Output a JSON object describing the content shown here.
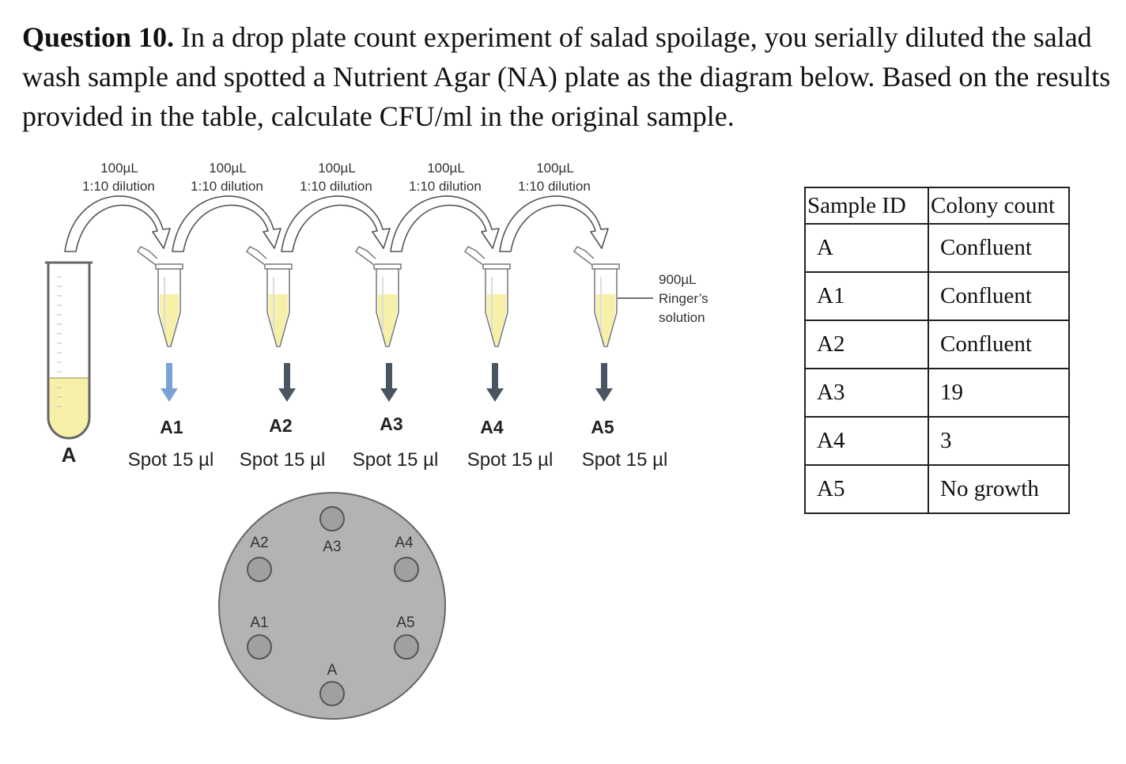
{
  "question": {
    "label": "Question 10.",
    "text": " In a drop plate count experiment of salad spoilage, you serially diluted the salad wash sample and spotted a Nutrient Agar (NA) plate as the diagram below. Based on the results provided in the table, calculate CFU/ml in the original sample."
  },
  "diagram": {
    "transfer_volume": "100µL",
    "dilution": "1:10 dilution",
    "diluent_volume": "900µL",
    "diluent_line1": "Ringer’s",
    "diluent_line2": "solution",
    "stock_label": "A",
    "tubes": [
      {
        "label": "A1",
        "spot": "Spot 15 µl"
      },
      {
        "label": "A2",
        "spot": "Spot 15 µl"
      },
      {
        "label": "A3",
        "spot": "Spot 15 µl"
      },
      {
        "label": "A4",
        "spot": "Spot 15 µl"
      },
      {
        "label": "A5",
        "spot": "Spot 15 µl"
      }
    ],
    "plate_labels": {
      "A": "A",
      "A1": "A1",
      "A2": "A2",
      "A3": "A3",
      "A4": "A4",
      "A5": "A5"
    }
  },
  "table": {
    "headers": [
      "Sample ID",
      "Colony count"
    ],
    "rows": [
      [
        "A",
        "Confluent"
      ],
      [
        "A1",
        "Confluent"
      ],
      [
        "A2",
        "Confluent"
      ],
      [
        "A3",
        "19"
      ],
      [
        "A4",
        "3"
      ],
      [
        "A5",
        "No growth"
      ]
    ]
  },
  "colors": {
    "liquid": "#f6f0a8",
    "arrow_first": "#7aa3d4",
    "arrow": "#4a5563",
    "plate": "#b3b3b3",
    "spot": "#a0a0a0"
  }
}
